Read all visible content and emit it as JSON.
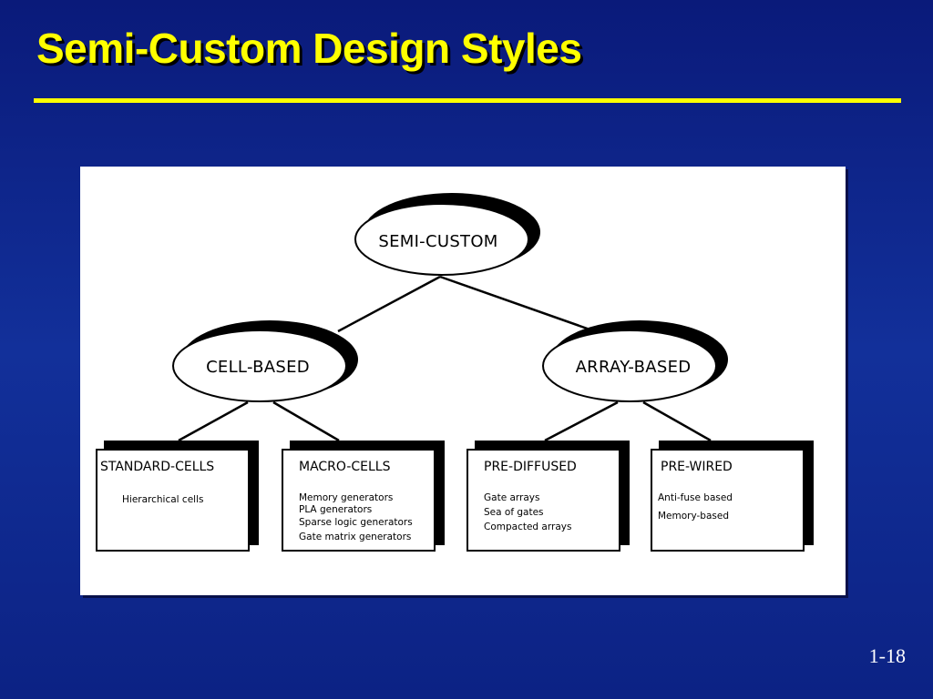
{
  "slide": {
    "title": "Semi-Custom Design Styles",
    "page_number": "1-18"
  },
  "diagram": {
    "root": "SEMI-CUSTOM",
    "branches": [
      {
        "label": "CELL-BASED",
        "children": [
          {
            "title": "STANDARD-CELLS",
            "items": [
              "Hierarchical cells"
            ]
          },
          {
            "title": "MACRO-CELLS",
            "items": [
              "Memory generators",
              "PLA generators",
              "Sparse logic generators",
              "Gate matrix generators"
            ]
          }
        ]
      },
      {
        "label": "ARRAY-BASED",
        "children": [
          {
            "title": "PRE-DIFFUSED",
            "items": [
              "Gate arrays",
              "Sea of gates",
              "Compacted arrays"
            ]
          },
          {
            "title": "PRE-WIRED",
            "items": [
              "Anti-fuse based",
              "Memory-based"
            ]
          }
        ]
      }
    ]
  },
  "colors": {
    "title": "#ffff00",
    "background": "#12309a",
    "panel": "#ffffff"
  }
}
